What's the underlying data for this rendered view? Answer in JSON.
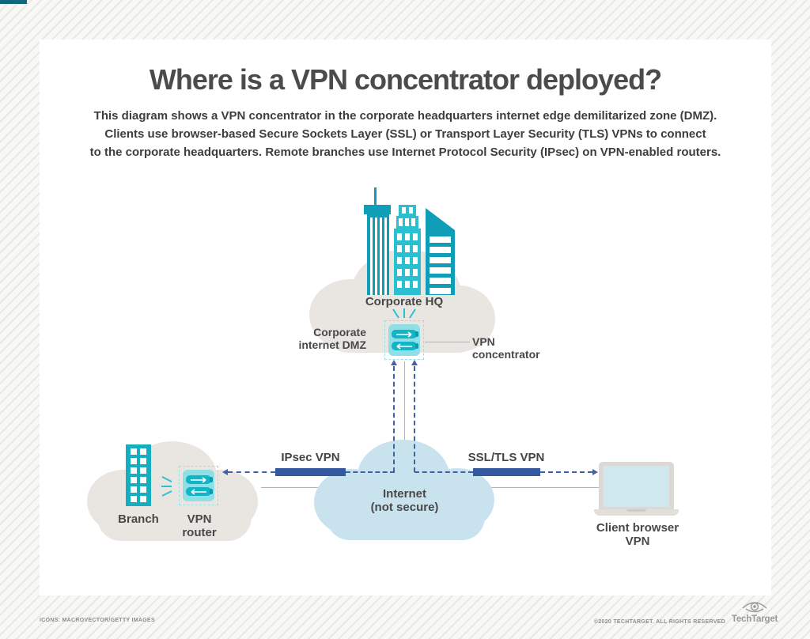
{
  "header": {
    "title": "Where is a VPN concentrator deployed?",
    "subtitle_lines": [
      "This diagram shows a VPN concentrator in the corporate headquarters internet edge demilitarized zone (DMZ).",
      "Clients use browser-based Secure Sockets Layer (SSL) or Transport Layer Security (TLS) VPNs to connect",
      "to the corporate headquarters. Remote branches use Internet Protocol Security (IPsec) on VPN-enabled routers."
    ]
  },
  "diagram": {
    "corporate_hq": {
      "label": "Corporate HQ"
    },
    "dmz": {
      "line1": "Corporate",
      "line2": "internet DMZ"
    },
    "concentrator": {
      "line1": "VPN",
      "line2": "concentrator"
    },
    "internet": {
      "line1": "Internet",
      "line2": "(not secure)"
    },
    "ipsec": {
      "label": "IPsec VPN"
    },
    "ssl": {
      "label": "SSL/TLS VPN"
    },
    "branch": {
      "label": "Branch"
    },
    "router": {
      "line1": "VPN",
      "line2": "router"
    },
    "client": {
      "line1": "Client browser",
      "line2": "VPN"
    }
  },
  "footer": {
    "credits": "ICONS: MACROVECTOR/GETTY IMAGES",
    "copyright": "©2020 TECHTARGET. ALL RIGHTS RESERVED",
    "brand": "TechTarget"
  },
  "colors": {
    "teal_dark": "#0f9db8",
    "teal_light": "#2bc0cf",
    "device_fill": "#8fdfe6",
    "device_bar": "#12b5c5",
    "cloud_gray": "#e9e6e1",
    "cloud_blue": "#c8e3ee",
    "vpn_navy": "#35599e",
    "dash_blue": "#3f63a8",
    "text_dark": "#48484a"
  }
}
